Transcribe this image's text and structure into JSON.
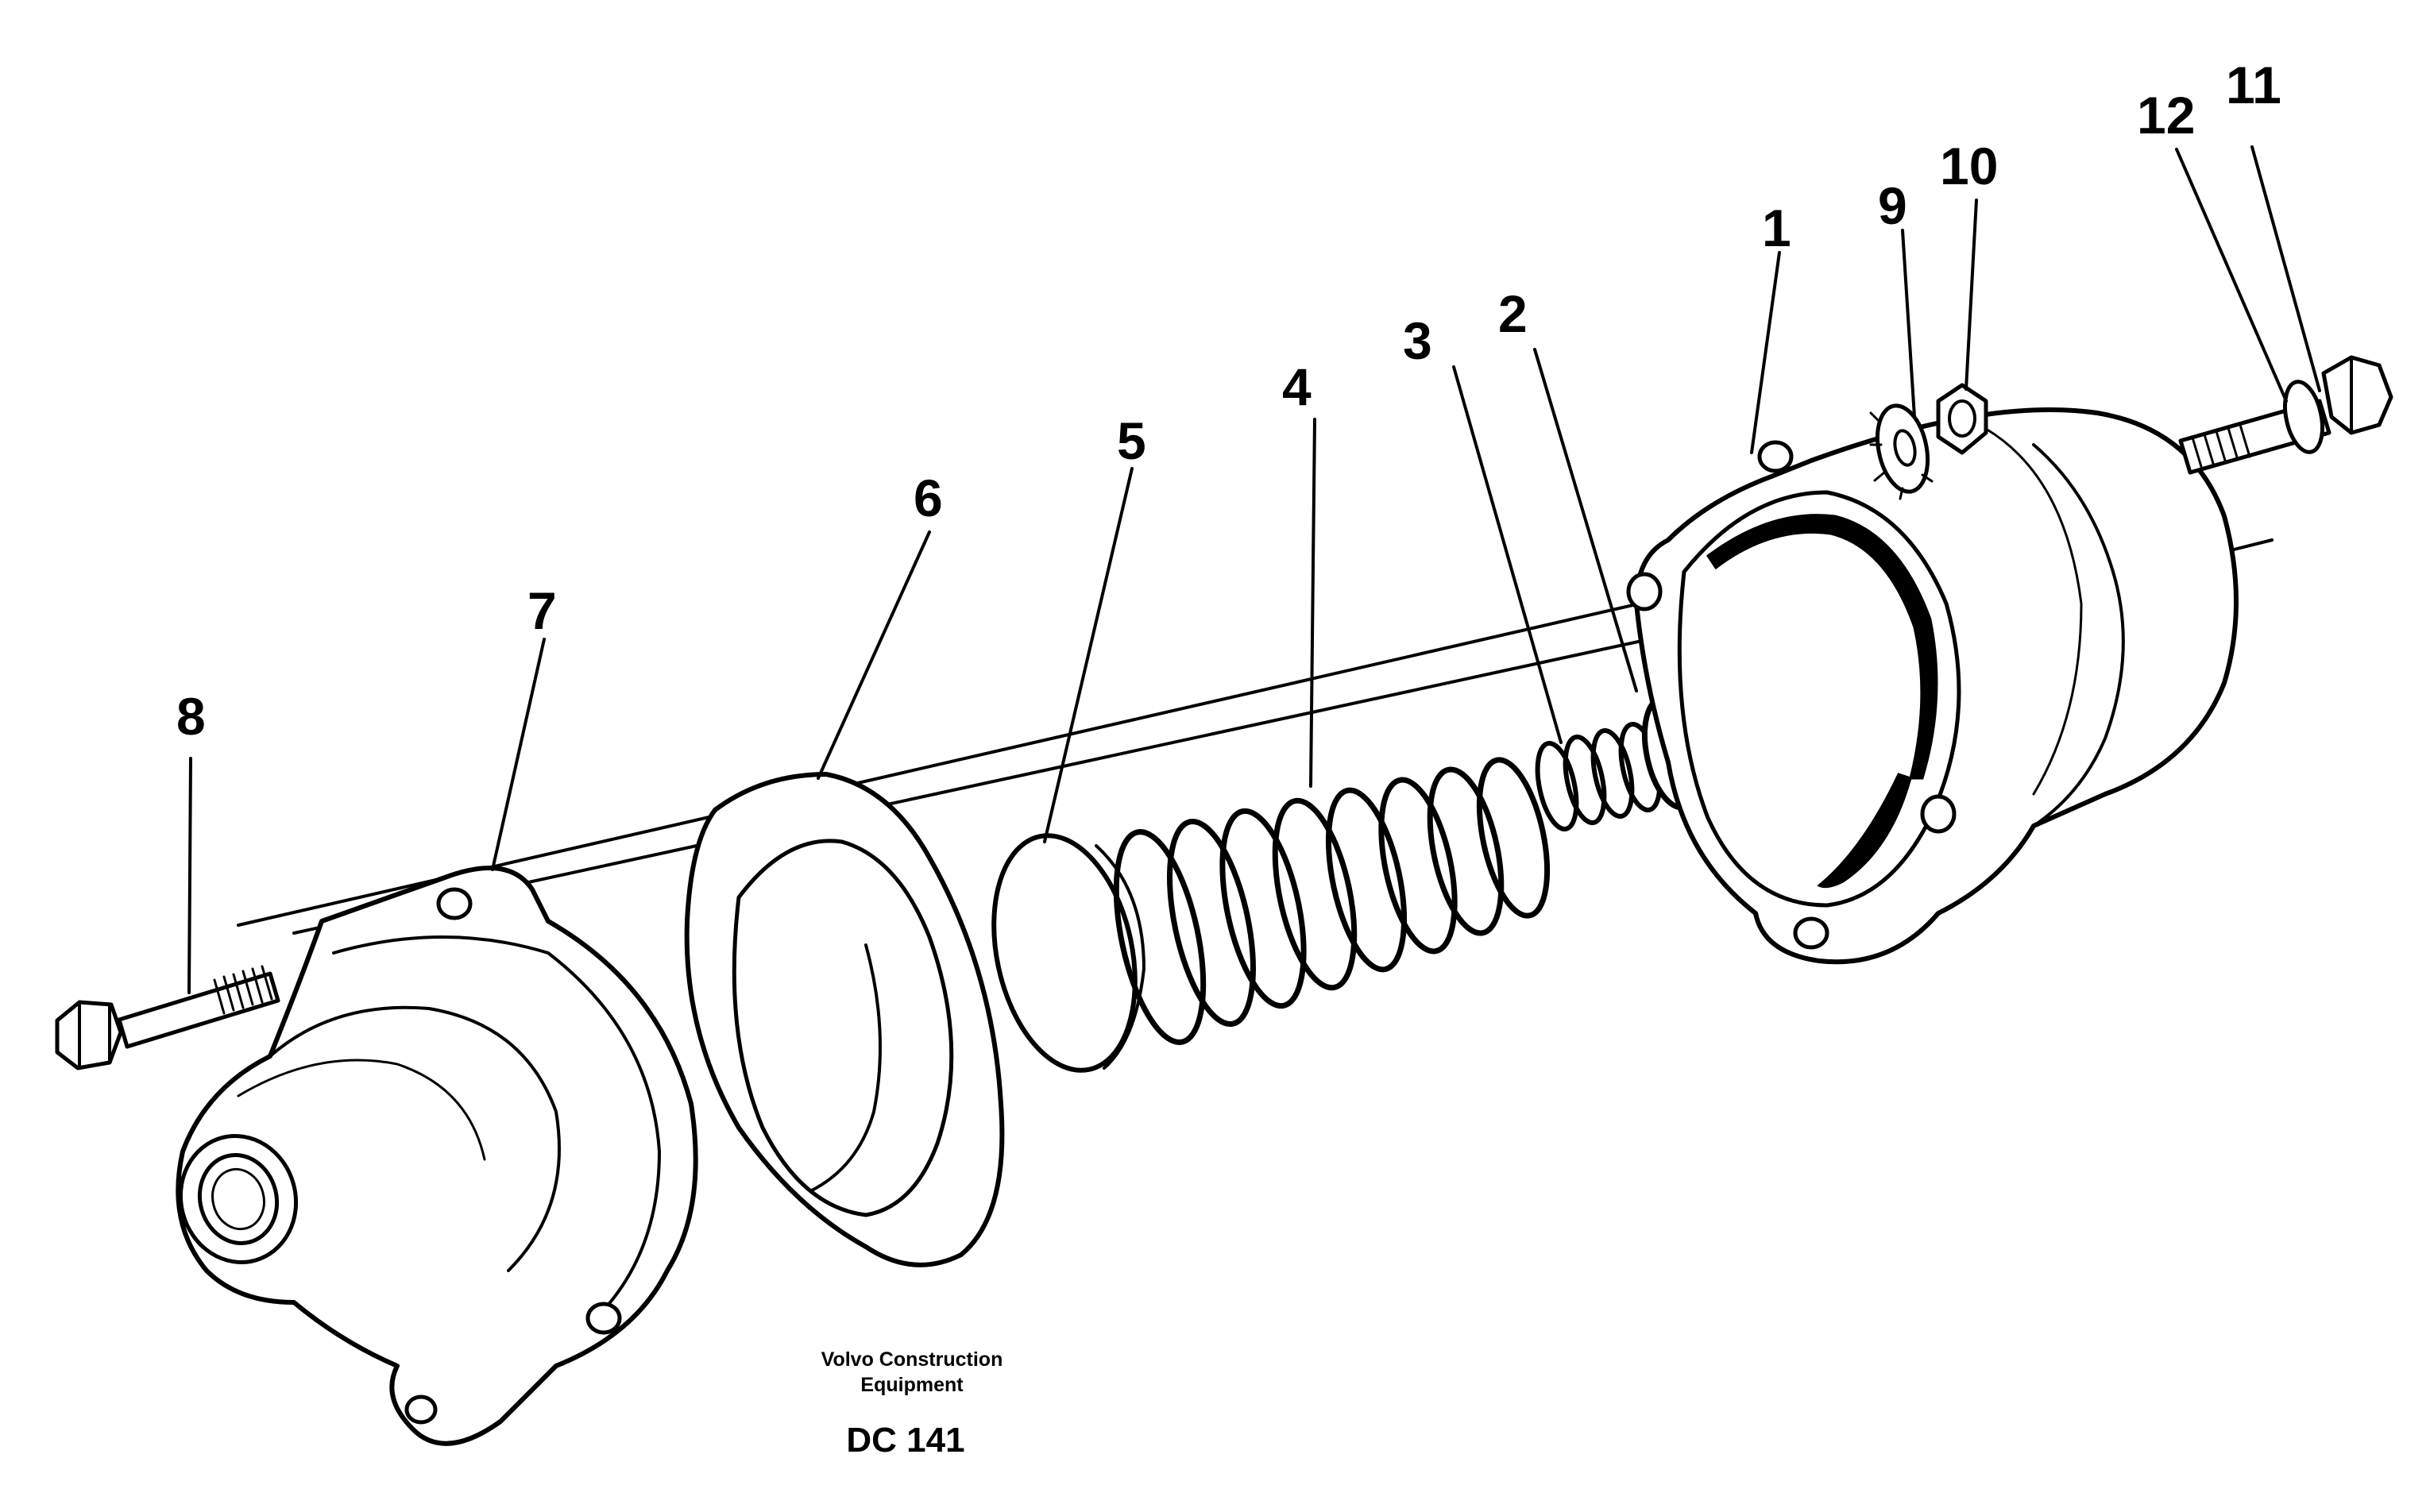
{
  "diagram": {
    "callouts": [
      "1",
      "2",
      "3",
      "4",
      "5",
      "6",
      "7",
      "8",
      "9",
      "10",
      "11",
      "12"
    ],
    "credit_line1": "Volvo Construction",
    "credit_line2": "Equipment",
    "code": "DC 141"
  }
}
